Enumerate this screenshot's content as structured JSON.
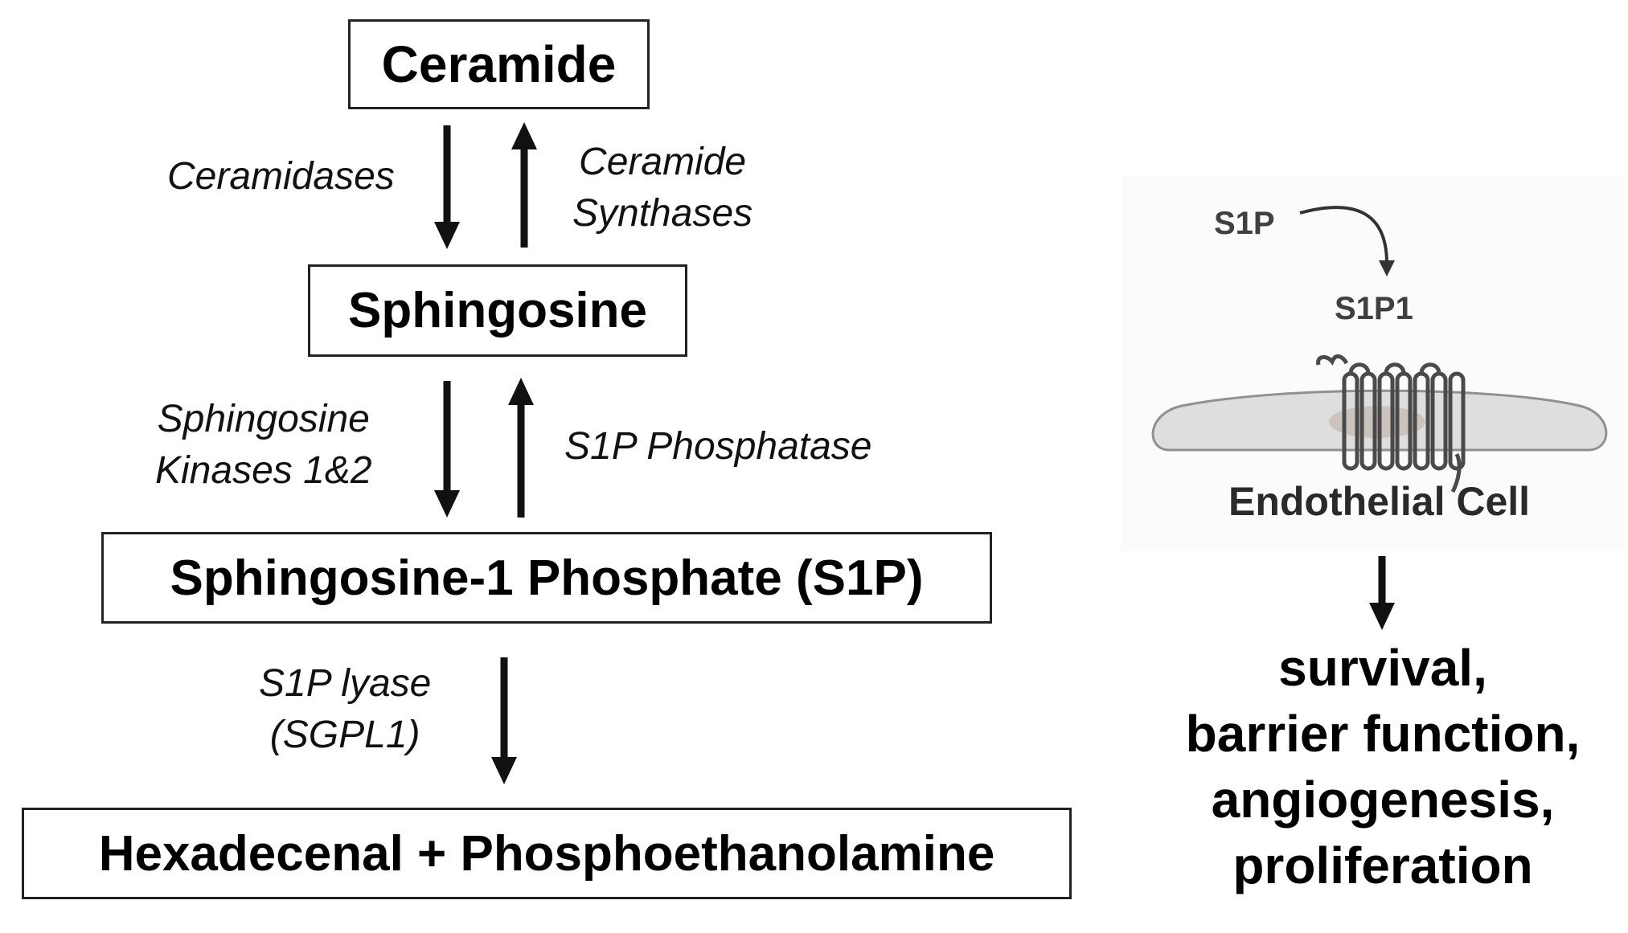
{
  "pathway": {
    "ceramide": "Ceramide",
    "sphingosine": "Sphingosine",
    "s1p": "Sphingosine-1 Phosphate (S1P)",
    "products": "Hexadecenal + Phosphoethanolamine"
  },
  "enzymes": {
    "ceramidases": "Ceramidases",
    "ceramide_synthases": [
      "Ceramide",
      "Synthases"
    ],
    "sphingosine_kinases": [
      "Sphingosine",
      "Kinases 1&2"
    ],
    "s1p_phosphatase": "S1P Phosphatase",
    "s1p_lyase": [
      "S1P lyase",
      "(SGPL1)"
    ]
  },
  "signaling": {
    "ligand": "S1P",
    "receptor": "S1P1",
    "cell": "Endothelial Cell",
    "outcomes": [
      "survival,",
      "barrier function,",
      "angiogenesis,",
      "proliferation"
    ]
  },
  "colors": {
    "box_border": "#222222",
    "cell_fill": "#dedede",
    "nucleus": "#cdc3bd",
    "receptor": "#4a4a4a"
  }
}
